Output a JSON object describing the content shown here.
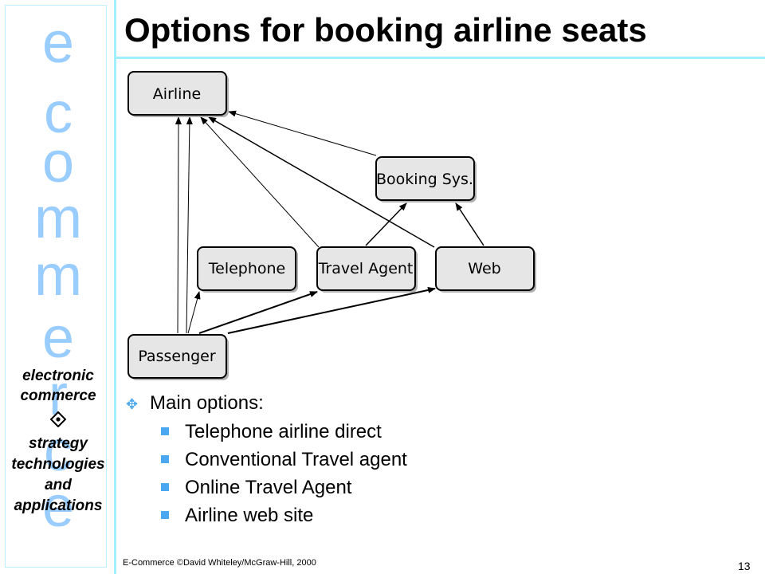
{
  "slide": {
    "title": "Options for booking airline seats",
    "footer": "E-Commerce ©David Whiteley/McGraw-Hill, 2000",
    "page_number": "13"
  },
  "sidebar": {
    "letters": [
      "e",
      "c",
      "o",
      "m",
      "m",
      "e",
      "r",
      "c",
      "e"
    ],
    "subtitle_lines": [
      "electronic",
      "commerce",
      "strategy",
      "technologies",
      "and",
      "applications"
    ],
    "diamond_icon": "diamond-with-dot",
    "letter_color": "#99ccff",
    "accent_color": "#9fefff"
  },
  "diagram": {
    "nodes": {
      "airline": "Airline",
      "booking": "Booking Sys.",
      "telephone": "Telephone",
      "agent": "Travel Agent",
      "web": "Web",
      "passenger": "Passenger"
    },
    "box_fill": "#e6e6e6"
  },
  "bullets": {
    "main": "Main options:",
    "items": [
      "Telephone airline direct",
      "Conventional Travel agent",
      "Online Travel Agent",
      "Airline web site"
    ],
    "marker_color": "#4aa8f0"
  }
}
